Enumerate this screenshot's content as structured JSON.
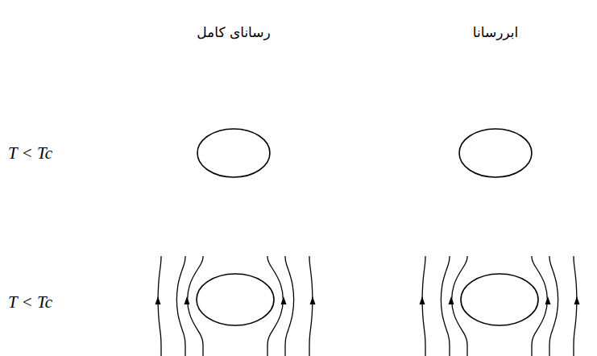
{
  "diagram": {
    "labels": [
      "رسانای کامل",
      "ابررسانا",
      "T < Tc",
      "T < Tc"
    ]
  }
}
